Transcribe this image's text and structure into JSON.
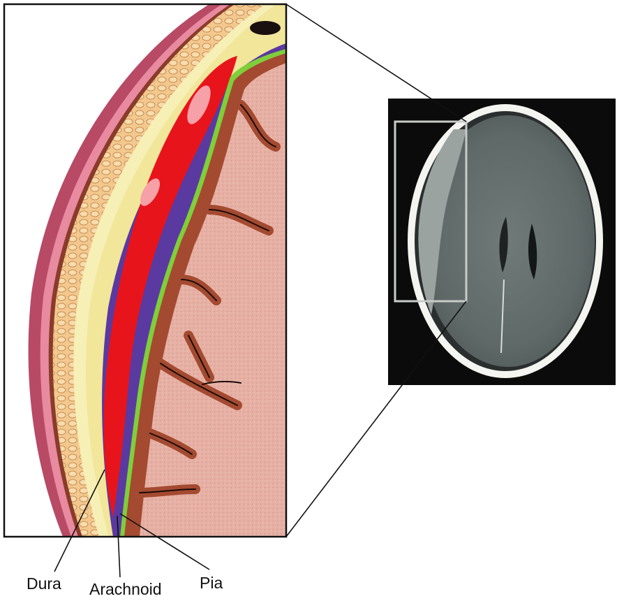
{
  "labels": {
    "dura": "Dura",
    "arachnoid": "Arachnoid",
    "pia": "Pia"
  },
  "colors": {
    "hematoma": "#e8141c",
    "dura": "#5a3aa0",
    "pia": "#7fcf3a",
    "cortex": "#e8b2a8",
    "gyri_border": "#a44a30",
    "skull": "#f6efb6",
    "scalp": "#c8506a",
    "ct_background": "#0b0b0b"
  },
  "panels": {
    "left": "illustration",
    "right": "ct-scan"
  }
}
